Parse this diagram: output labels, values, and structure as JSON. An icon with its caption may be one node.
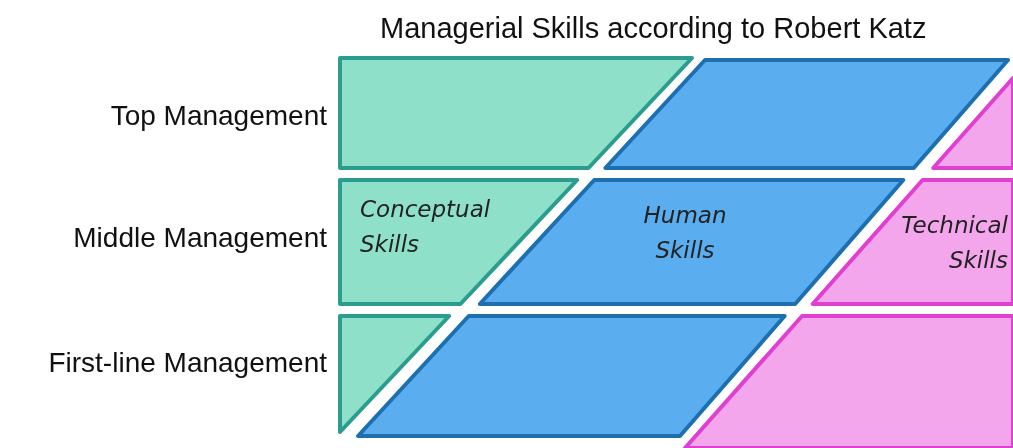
{
  "diagram": {
    "title": "Managerial Skills according to Robert Katz",
    "nodes": [
      {
        "text": [
          "Conceptual Skills"
        ]
      },
      {
        "text": [
          "Human Skills"
        ]
      },
      {
        "text": [
          "Technical Skills"
        ]
      }
    ],
    "labels": [
      "Top Management",
      "Middle Management",
      "First-line Management"
    ]
  }
}
